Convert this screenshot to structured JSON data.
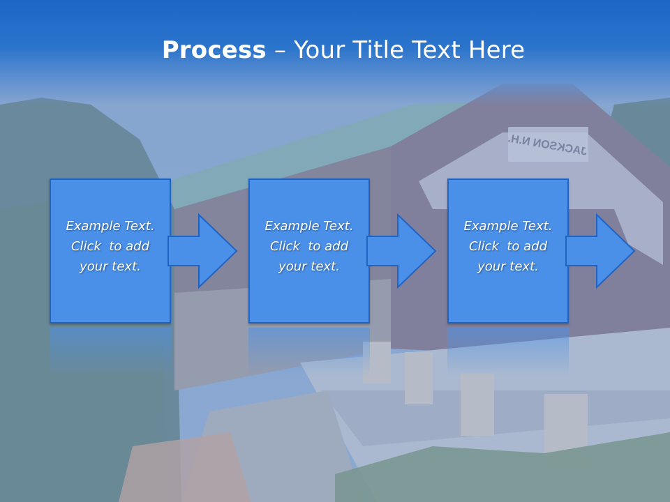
{
  "slide": {
    "title_bold": "Process",
    "title_rest": " – Your Title Text Here"
  },
  "steps": [
    {
      "line1": "Example Text.",
      "line2": "Click  to add",
      "line3": "your text."
    },
    {
      "line1": "Example Text.",
      "line2": "Click  to add",
      "line3": "your text."
    },
    {
      "line1": "Example Text.",
      "line2": "Click  to add",
      "line3": "your text."
    }
  ],
  "background": {
    "sign_text": "JACKSON N.H.",
    "colors": {
      "title_band": "#1e66c6",
      "box_fill": "#4a90e8",
      "box_border": "#2163c2",
      "overlay": "#8fb0dc"
    }
  }
}
